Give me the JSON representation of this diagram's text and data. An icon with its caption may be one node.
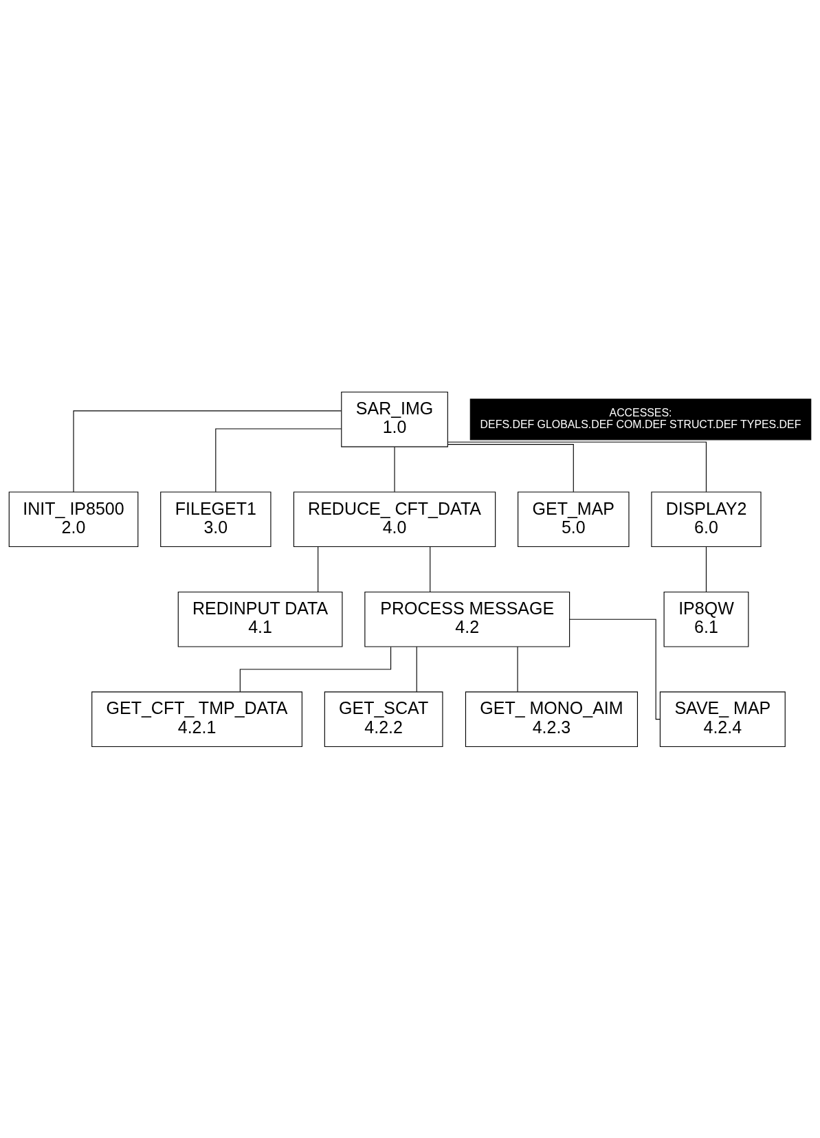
{
  "diagram": {
    "nodes": [
      {
        "text": [
          "SAR_IMG",
          "1.0"
        ]
      },
      {
        "text": [
          "ACCESSES:",
          "DEFS.DEF GLOBALS.DEF COM.DEF STRUCT.DEF TYPES.DEF"
        ]
      },
      {
        "text": [
          "INIT_ IP8500",
          "2.0"
        ]
      },
      {
        "text": [
          "FILEGET1",
          "3.0"
        ]
      },
      {
        "text": [
          "REDUCE_ CFT_DATA",
          "4.0"
        ]
      },
      {
        "text": [
          "GET_MAP",
          "5.0"
        ]
      },
      {
        "text": [
          "DISPLAY2",
          "6.0"
        ]
      },
      {
        "text": [
          "REDINPUT DATA",
          "4.1"
        ]
      },
      {
        "text": [
          "PROCESS MESSAGE",
          "4.2"
        ]
      },
      {
        "text": [
          "IP8QW",
          "6.1"
        ]
      },
      {
        "text": [
          "GET_CFT_ TMP_DATA",
          "4.2.1"
        ]
      },
      {
        "text": [
          "GET_SCAT",
          "4.2.2"
        ]
      },
      {
        "text": [
          "GET_ MONO_AIM",
          "4.2.3"
        ]
      },
      {
        "text": [
          "SAVE_ MAP",
          "4.2.4"
        ]
      }
    ],
    "edges": [
      {
        "from": 0,
        "to": 2,
        "arrow": "none"
      },
      {
        "from": 0,
        "to": 3,
        "arrow": "none"
      },
      {
        "from": 0,
        "to": 4,
        "arrow": "none"
      },
      {
        "from": 0,
        "to": 5,
        "arrow": "none"
      },
      {
        "from": 0,
        "to": 6,
        "arrow": "none"
      },
      {
        "from": 4,
        "to": 7,
        "arrow": "none"
      },
      {
        "from": 4,
        "to": 8,
        "arrow": "none"
      },
      {
        "from": 6,
        "to": 9,
        "arrow": "none"
      },
      {
        "from": 8,
        "to": 10,
        "arrow": "none"
      },
      {
        "from": 8,
        "to": 11,
        "arrow": "none"
      },
      {
        "from": 8,
        "to": 12,
        "arrow": "none"
      },
      {
        "from": 8,
        "to": 13,
        "arrow": "none"
      }
    ]
  }
}
